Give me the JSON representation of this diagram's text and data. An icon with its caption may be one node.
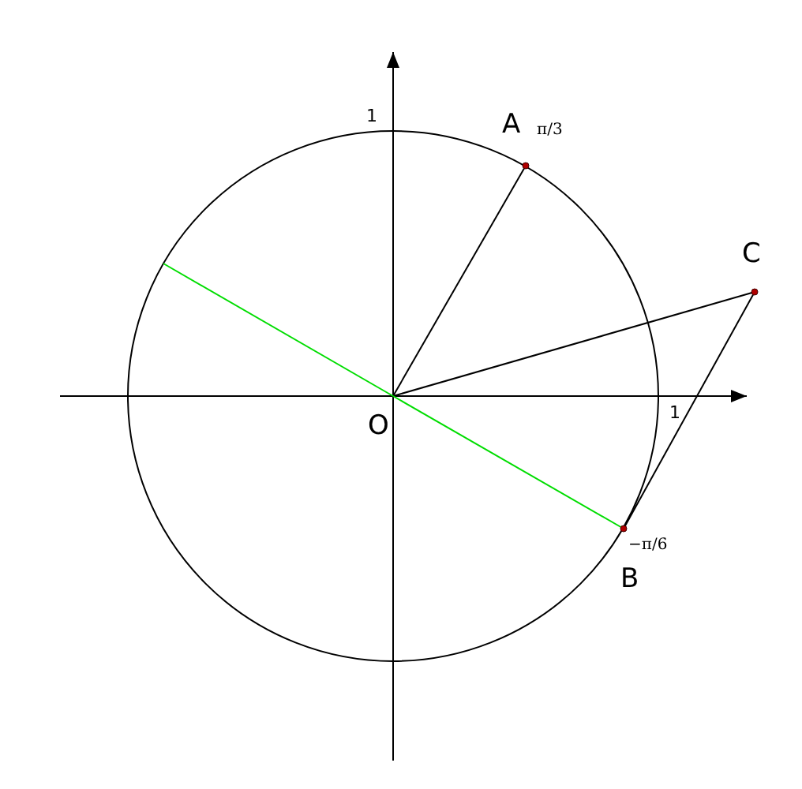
{
  "diagram": {
    "nodes": [
      {
        "text": [
          "O"
        ]
      },
      {
        "text": [
          "A"
        ],
        "beside": [
          "π/3"
        ]
      },
      {
        "text": [
          "C"
        ]
      },
      {
        "text": [
          "B"
        ],
        "beside": [
          "−π/6"
        ]
      }
    ],
    "edges": [
      {
        "from": 0,
        "to": 1,
        "arrow": "none"
      },
      {
        "from": 0,
        "to": 2,
        "arrow": "none"
      },
      {
        "from": 2,
        "to": 3,
        "arrow": "none"
      },
      {
        "from": 0,
        "to": 3,
        "arrow": "none",
        "color": "#00dd00"
      },
      {
        "from": 0,
        "to": null,
        "arrow": "none",
        "color": "#00dd00"
      }
    ],
    "labels": [
      "1",
      "1"
    ]
  }
}
